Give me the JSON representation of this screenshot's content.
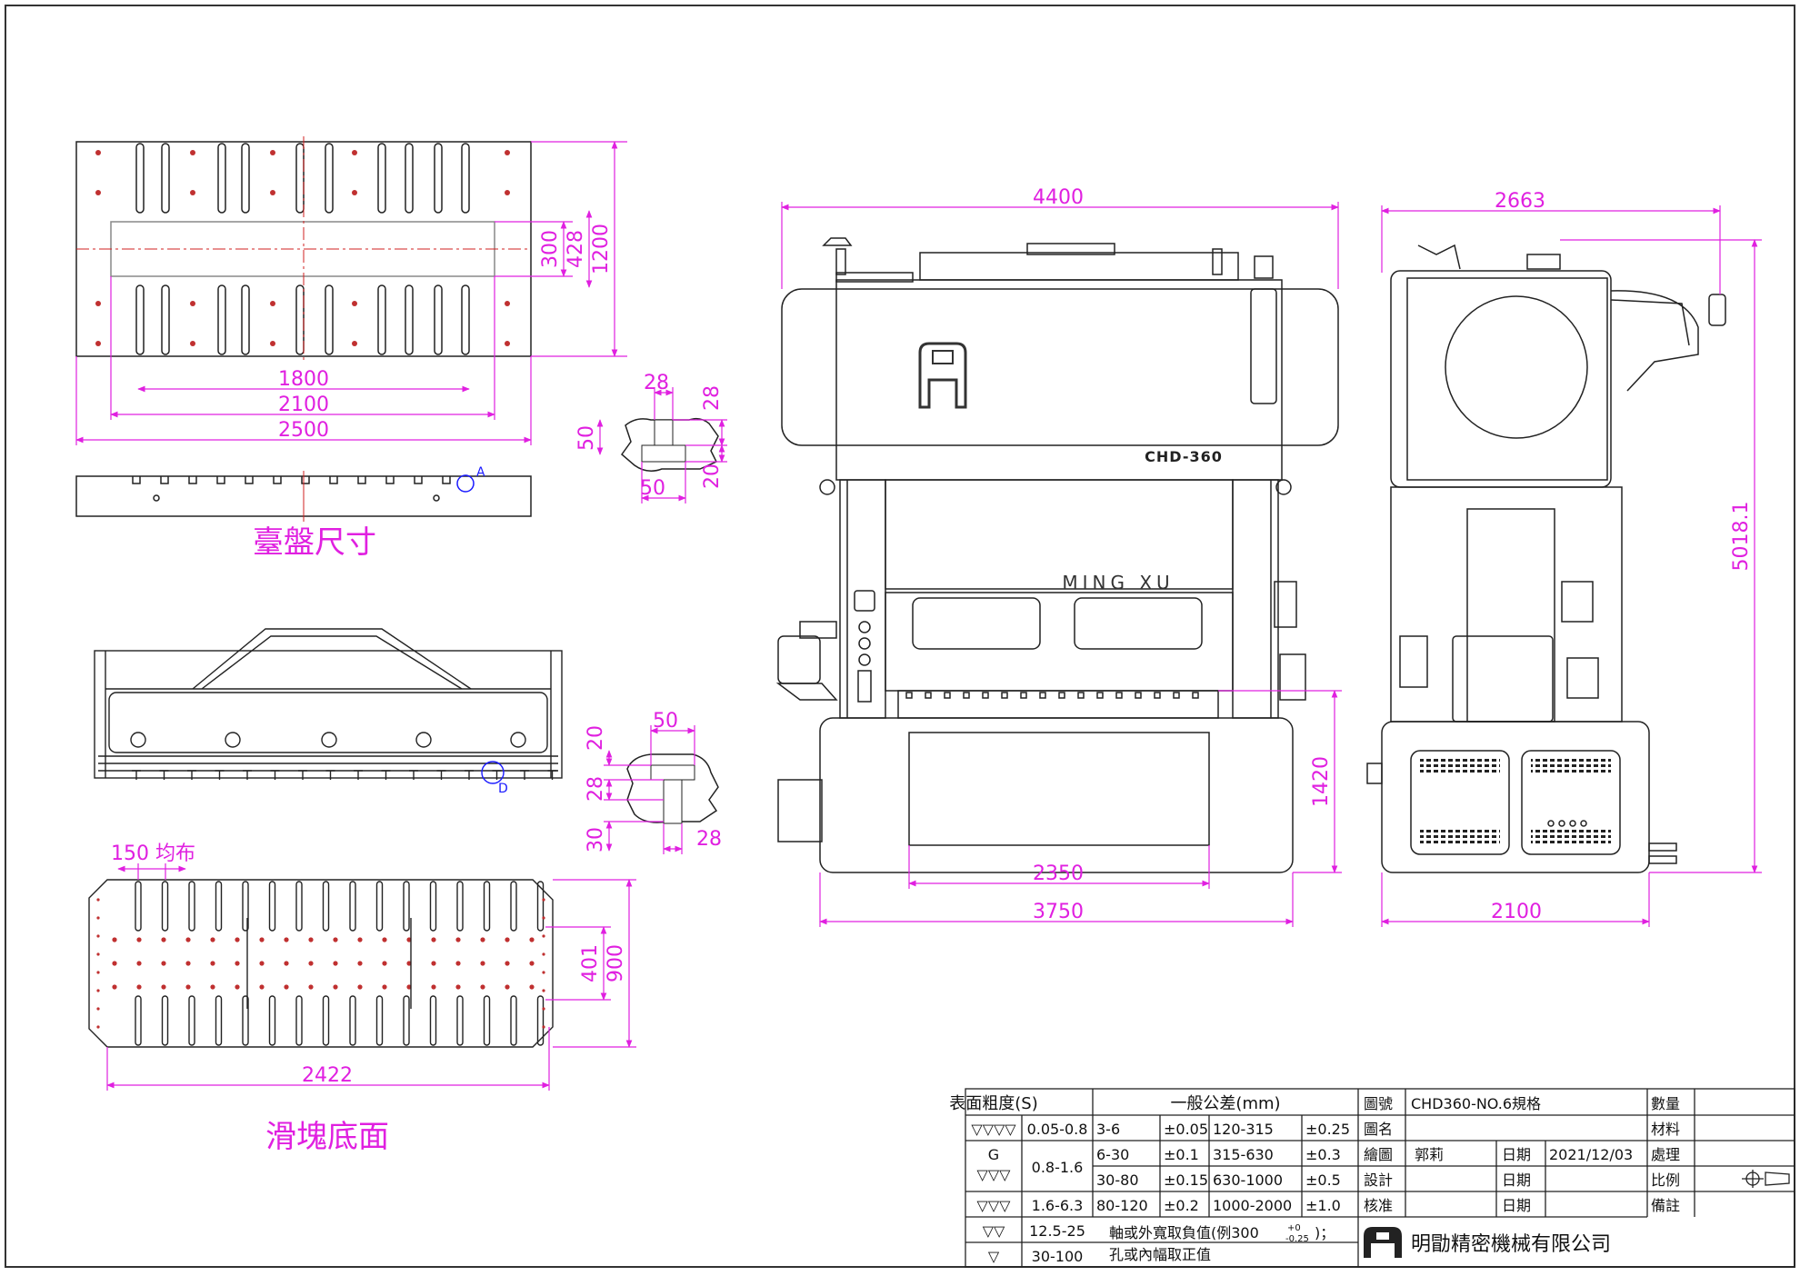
{
  "views": {
    "table_plan": {
      "dims": {
        "d300": "300",
        "d428": "428",
        "d1200": "1200",
        "d1800": "1800",
        "d2100": "2100",
        "d2500": "2500"
      },
      "mark_a": "A",
      "caption": "臺盤尺寸"
    },
    "tslot_table": {
      "w_top": "28",
      "h_top": "28",
      "left": "50",
      "h_bottom": "20",
      "w_bottom": "50"
    },
    "slide_side": {
      "mark_d": "D"
    },
    "tslot_slide": {
      "w_top": "50",
      "h_top": "20",
      "mid": "28",
      "h_bottom": "30",
      "w_bottom": "28"
    },
    "slide_bottom": {
      "dims": {
        "spacing": "150 均布",
        "d401": "401",
        "d900": "900",
        "d2422": "2422"
      },
      "caption": "滑塊底面"
    },
    "front": {
      "dims": {
        "d4400": "4400",
        "d1420": "1420",
        "d2350": "2350",
        "d3750": "3750"
      },
      "brand": "MING XU",
      "model": "CHD-360"
    },
    "side": {
      "dims": {
        "d2663": "2663",
        "d5018": "5018.1",
        "d2100": "2100"
      }
    }
  },
  "title_block": {
    "roughness_header": "表面粗度(S)",
    "tolerance_header": "一般公差(mm)",
    "rows": [
      {
        "symbol": "▽▽▽▽",
        "range": "0.05-0.8"
      },
      {
        "symbol": "G\n▽▽▽",
        "range": "0.8-1.6"
      },
      {
        "symbol": "▽▽▽",
        "range": "1.6-6.3"
      },
      {
        "symbol": "▽▽",
        "range": "12.5-25"
      },
      {
        "symbol": "▽",
        "range": "30-100"
      }
    ],
    "tolerances": [
      {
        "range1": "3-6",
        "tol1": "±0.05",
        "range2": "120-315",
        "tol2": "±0.25"
      },
      {
        "range1": "6-30",
        "tol1": "±0.1",
        "range2": "315-630",
        "tol2": "±0.3"
      },
      {
        "range1": "30-80",
        "tol1": "±0.15",
        "range2": "630-1000",
        "tol2": "±0.5"
      },
      {
        "range1": "80-120",
        "tol1": "±0.2",
        "range2": "1000-2000",
        "tol2": "±1.0"
      }
    ],
    "note_line1": "軸或外寬取負值(例300 ",
    "note_sup": "+0",
    "note_sub": "-0.25",
    "note_end": ")；",
    "note_line2": "孔或內幅取正值",
    "labels": {
      "drawing_no": "圖號",
      "drawing_name": "圖名",
      "drawn": "繪圖",
      "designed": "設計",
      "approved": "核准",
      "date": "日期",
      "quantity": "數量",
      "material": "材料",
      "treatment": "處理",
      "scale": "比例",
      "remarks": "備註"
    },
    "values": {
      "drawing_no": "CHD360-NO.6規格",
      "drawn_by": "郭莉",
      "date": "2021/12/03"
    },
    "company": "明勖精密機械有限公司"
  }
}
